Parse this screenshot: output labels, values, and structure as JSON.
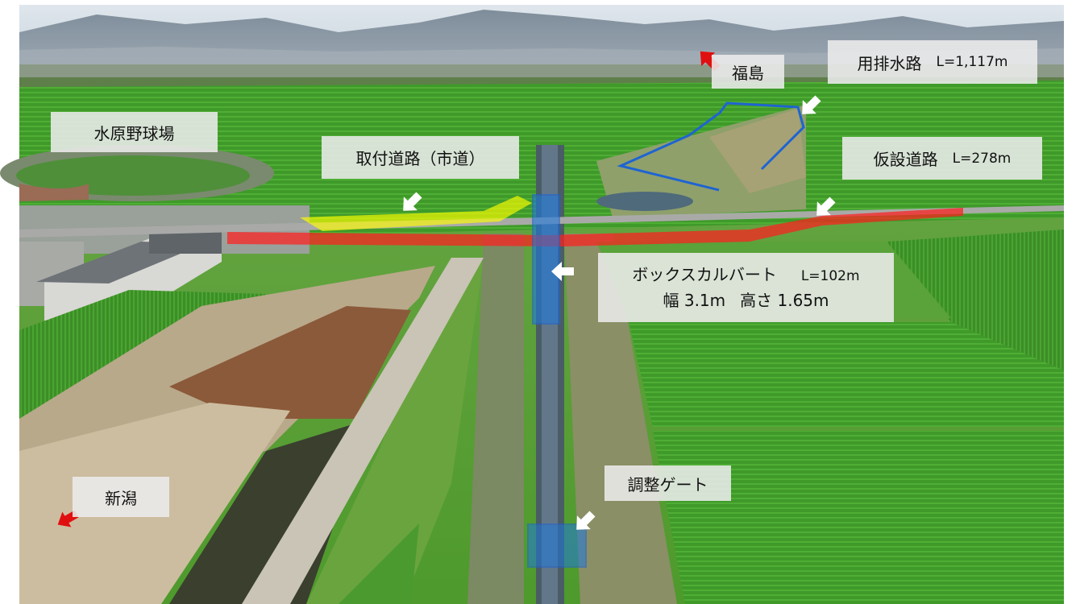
{
  "labels": {
    "stadium": "水原野球場",
    "fukushima": "福島",
    "drainage_name": "用排水路",
    "drainage_length": "L=1,117m",
    "access_road": "取付道路（市道）",
    "temp_road_name": "仮設道路",
    "temp_road_length": "L=278m",
    "culvert_name": "ボックスカルバート",
    "culvert_length": "L=102m",
    "culvert_width": "幅 3.1m",
    "culvert_height": "高さ 1.65m",
    "gate": "調整ゲート",
    "niigata": "新潟"
  },
  "colors": {
    "temporary_road_overlay": "#ff1e1e",
    "access_road_overlay": "#ffff00",
    "culvert_overlay": "#1e78dc",
    "drainage_outline": "#1e64d2",
    "direction_arrow": "#e01010",
    "pointer_arrow": "#ffffff"
  },
  "icons": {
    "direction_arrow": "red-arrow-icon",
    "pointer_arrow": "white-arrow-icon"
  }
}
